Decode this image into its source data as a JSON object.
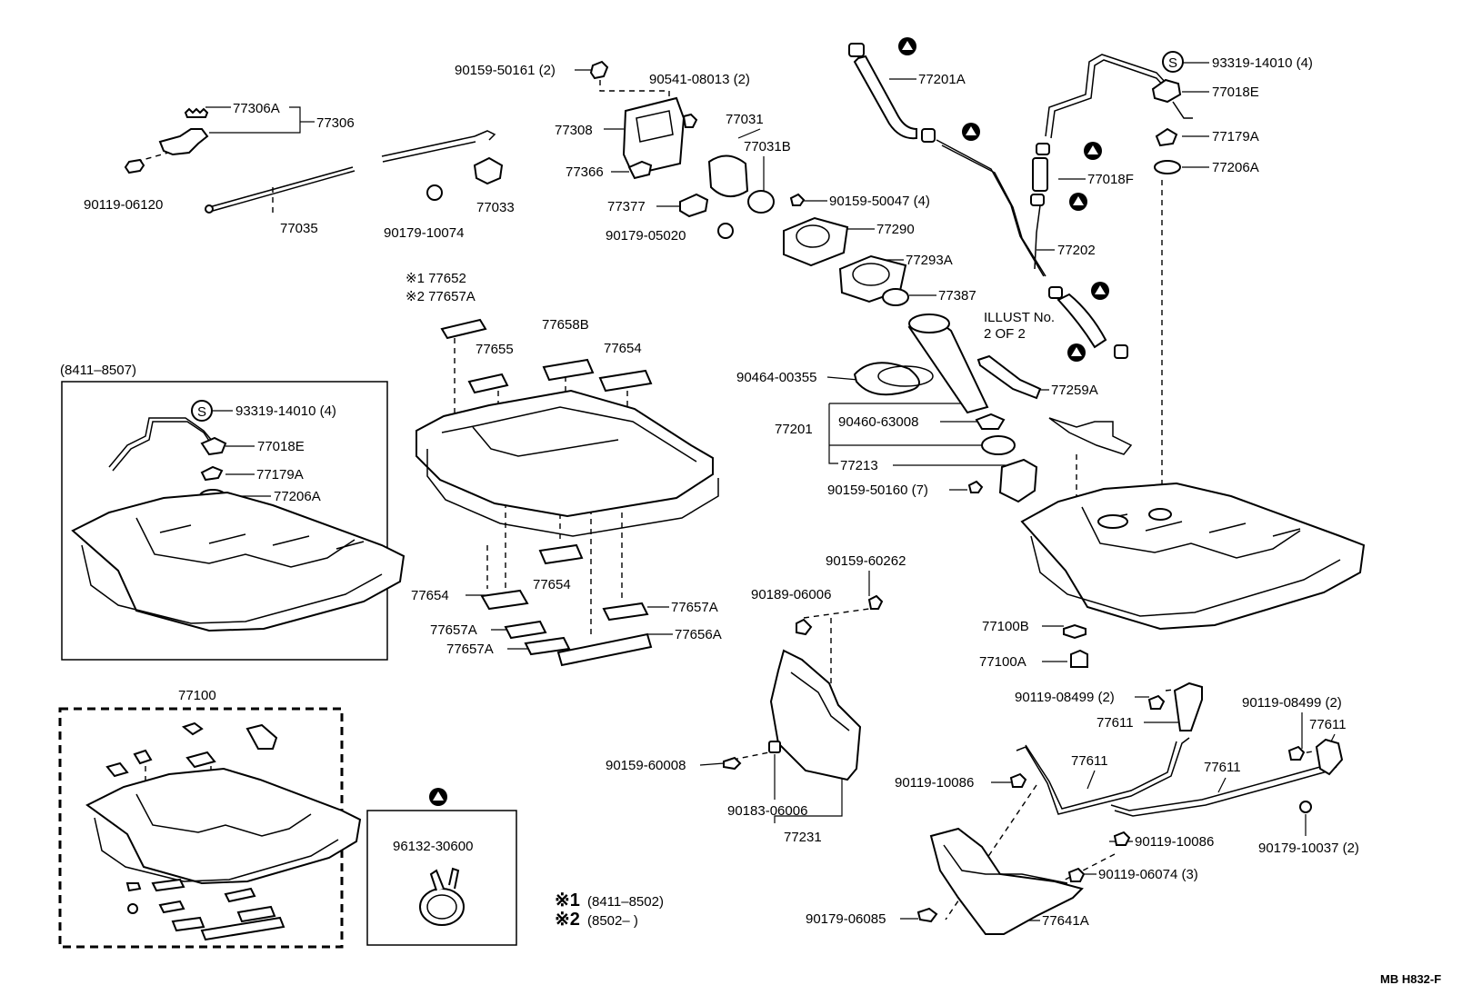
{
  "diagram_code": "MB H832-F",
  "legend": {
    "note1_mark": "※1",
    "note1_text": "(8411–8502)",
    "note2_mark": "※2",
    "note2_text": "(8502–          )"
  },
  "inset_early": {
    "range": "(8411–8507)"
  },
  "inset_kit": {
    "number": "77100"
  },
  "inset_clamp": {
    "number": "96132-30600"
  },
  "illust_ref": {
    "line1": "ILLUST No.",
    "line2": "2 OF 2"
  },
  "labels": [
    {
      "id": "p-90159-50161",
      "text": "90159-50161 (2)"
    },
    {
      "id": "p-90541-08013",
      "text": "90541-08013 (2)"
    },
    {
      "id": "p-77201a",
      "text": "77201A"
    },
    {
      "id": "p-93319-14010-r",
      "text": "93319-14010 (4)"
    },
    {
      "id": "p-77018e-r",
      "text": "77018E"
    },
    {
      "id": "p-77306a",
      "text": "77306A"
    },
    {
      "id": "p-77306",
      "text": "77306"
    },
    {
      "id": "p-77308",
      "text": "77308"
    },
    {
      "id": "p-77031",
      "text": "77031"
    },
    {
      "id": "p-77031b",
      "text": "77031B"
    },
    {
      "id": "p-77179a-r",
      "text": "77179A"
    },
    {
      "id": "p-77206a-r",
      "text": "77206A"
    },
    {
      "id": "p-77366",
      "text": "77366"
    },
    {
      "id": "p-77018f",
      "text": "77018F"
    },
    {
      "id": "p-90119-06120",
      "text": "90119-06120"
    },
    {
      "id": "p-77033",
      "text": "77033"
    },
    {
      "id": "p-77377",
      "text": "77377"
    },
    {
      "id": "p-90159-50047",
      "text": "90159-50047 (4)"
    },
    {
      "id": "p-77035",
      "text": "77035"
    },
    {
      "id": "p-90179-10074",
      "text": "90179-10074"
    },
    {
      "id": "p-90179-05020",
      "text": "90179-05020"
    },
    {
      "id": "p-77290",
      "text": "77290"
    },
    {
      "id": "p-77202",
      "text": "77202"
    },
    {
      "id": "p-77293a",
      "text": "77293A"
    },
    {
      "id": "p-77652",
      "text": "※1 77652"
    },
    {
      "id": "p-77657a-top",
      "text": "※2 77657A"
    },
    {
      "id": "p-77387",
      "text": "77387"
    },
    {
      "id": "p-77658b",
      "text": "77658B"
    },
    {
      "id": "p-77655",
      "text": "77655"
    },
    {
      "id": "p-77654-top",
      "text": "77654"
    },
    {
      "id": "p-90464-00355",
      "text": "90464-00355"
    },
    {
      "id": "p-77259a",
      "text": "77259A"
    },
    {
      "id": "p-77201",
      "text": "77201"
    },
    {
      "id": "p-90460-63008",
      "text": "90460-63008"
    },
    {
      "id": "p-77213",
      "text": "77213"
    },
    {
      "id": "p-90159-50160",
      "text": "90159-50160 (7)"
    },
    {
      "id": "p-93319-14010-l",
      "text": "93319-14010 (4)"
    },
    {
      "id": "p-77018e-l",
      "text": "77018E"
    },
    {
      "id": "p-77179a-l",
      "text": "77179A"
    },
    {
      "id": "p-77206a-l",
      "text": "77206A"
    },
    {
      "id": "p-90159-60262",
      "text": "90159-60262"
    },
    {
      "id": "p-90189-06006",
      "text": "90189-06006"
    },
    {
      "id": "p-77654-mid",
      "text": "77654"
    },
    {
      "id": "p-77654-left",
      "text": "77654"
    },
    {
      "id": "p-77657a-r",
      "text": "77657A"
    },
    {
      "id": "p-77657a-l1",
      "text": "77657A"
    },
    {
      "id": "p-77657a-l2",
      "text": "77657A"
    },
    {
      "id": "p-77656a",
      "text": "77656A"
    },
    {
      "id": "p-77100b",
      "text": "77100B"
    },
    {
      "id": "p-77100a",
      "text": "77100A"
    },
    {
      "id": "p-90119-08499-l",
      "text": "90119-08499 (2)"
    },
    {
      "id": "p-90119-08499-r",
      "text": "90119-08499 (2)"
    },
    {
      "id": "p-77611-a",
      "text": "77611"
    },
    {
      "id": "p-77611-b",
      "text": "77611"
    },
    {
      "id": "p-77611-c",
      "text": "77611"
    },
    {
      "id": "p-77611-d",
      "text": "77611"
    },
    {
      "id": "p-90159-60008",
      "text": "90159-60008"
    },
    {
      "id": "p-90119-10086-l",
      "text": "90119-10086"
    },
    {
      "id": "p-90183-06006",
      "text": "90183-06006"
    },
    {
      "id": "p-90119-10086-r",
      "text": "90119-10086"
    },
    {
      "id": "p-90179-10037",
      "text": "90179-10037 (2)"
    },
    {
      "id": "p-77231",
      "text": "77231"
    },
    {
      "id": "p-90119-06074",
      "text": "90119-06074 (3)"
    },
    {
      "id": "p-90179-06085",
      "text": "90179-06085"
    },
    {
      "id": "p-77641a",
      "text": "77641A"
    }
  ]
}
